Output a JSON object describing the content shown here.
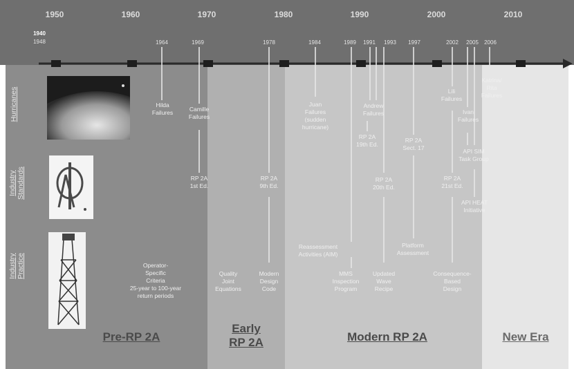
{
  "decades": [
    "1950",
    "1960",
    "1970",
    "1980",
    "1990",
    "2000",
    "2010"
  ],
  "start_year_top": "1940",
  "start_year_bottom": "1948",
  "event_years": [
    "1964",
    "1969",
    "1978",
    "1984",
    "1989",
    "1991",
    "1993",
    "1997",
    "2002",
    "2005",
    "2006"
  ],
  "row_labels": {
    "hurricanes": "Hurricanes",
    "standards": "Industry\nStandards",
    "practice": "Industry\nPractice"
  },
  "events": {
    "hilda": "Hilda\nFailures",
    "camille": "Camille\nFailures",
    "juan": "Juan\nFailures\n(sudden\nhurricane)",
    "andrew": "Andrew\nFailures",
    "lili": "Lili\nFailures",
    "ivan": "Ivan\nFailures",
    "katrina": "Katrina/\nRita\nFailures",
    "rp1": "RP 2A\n1st Ed.",
    "rp9": "RP 2A\n9th Ed.",
    "rp19": "RP 2A\n19th Ed.",
    "rp20": "RP 2A\n20th Ed.",
    "rp21": "RP 2A\n21st Ed.",
    "sect17": "RP 2A\nSect. 17",
    "sim": "API SIM\nTask Group",
    "heat": "API HEAT\nInitiative",
    "operator": "Operator-\nSpecific\nCriteria\n25-year to 100-year\nreturn periods",
    "quality": "Quality\nJoint\nEquations",
    "modern_code": "Modern\nDesign\nCode",
    "reassess": "Reassessment\nActivities (AIM)",
    "mms": "MMS\nInspection\nProgram",
    "wave": "Updated\nWave\nRecipe",
    "platform": "Platform\nAssessment",
    "consequence": "Consequence-\nBased\nDesign"
  },
  "eras": {
    "pre": "Pre-RP 2A",
    "early": "Early\nRP 2A",
    "modern": "Modern RP 2A",
    "new": "New Era"
  },
  "colors": {
    "topbar": "#6f6f6f",
    "pre": "#8c8c8c",
    "early": "#b0b0b0",
    "modern": "#c6c6c6",
    "new": "#e6e6e6",
    "era_text": "#4a4a4a",
    "arrow": "#2a2a2a"
  }
}
